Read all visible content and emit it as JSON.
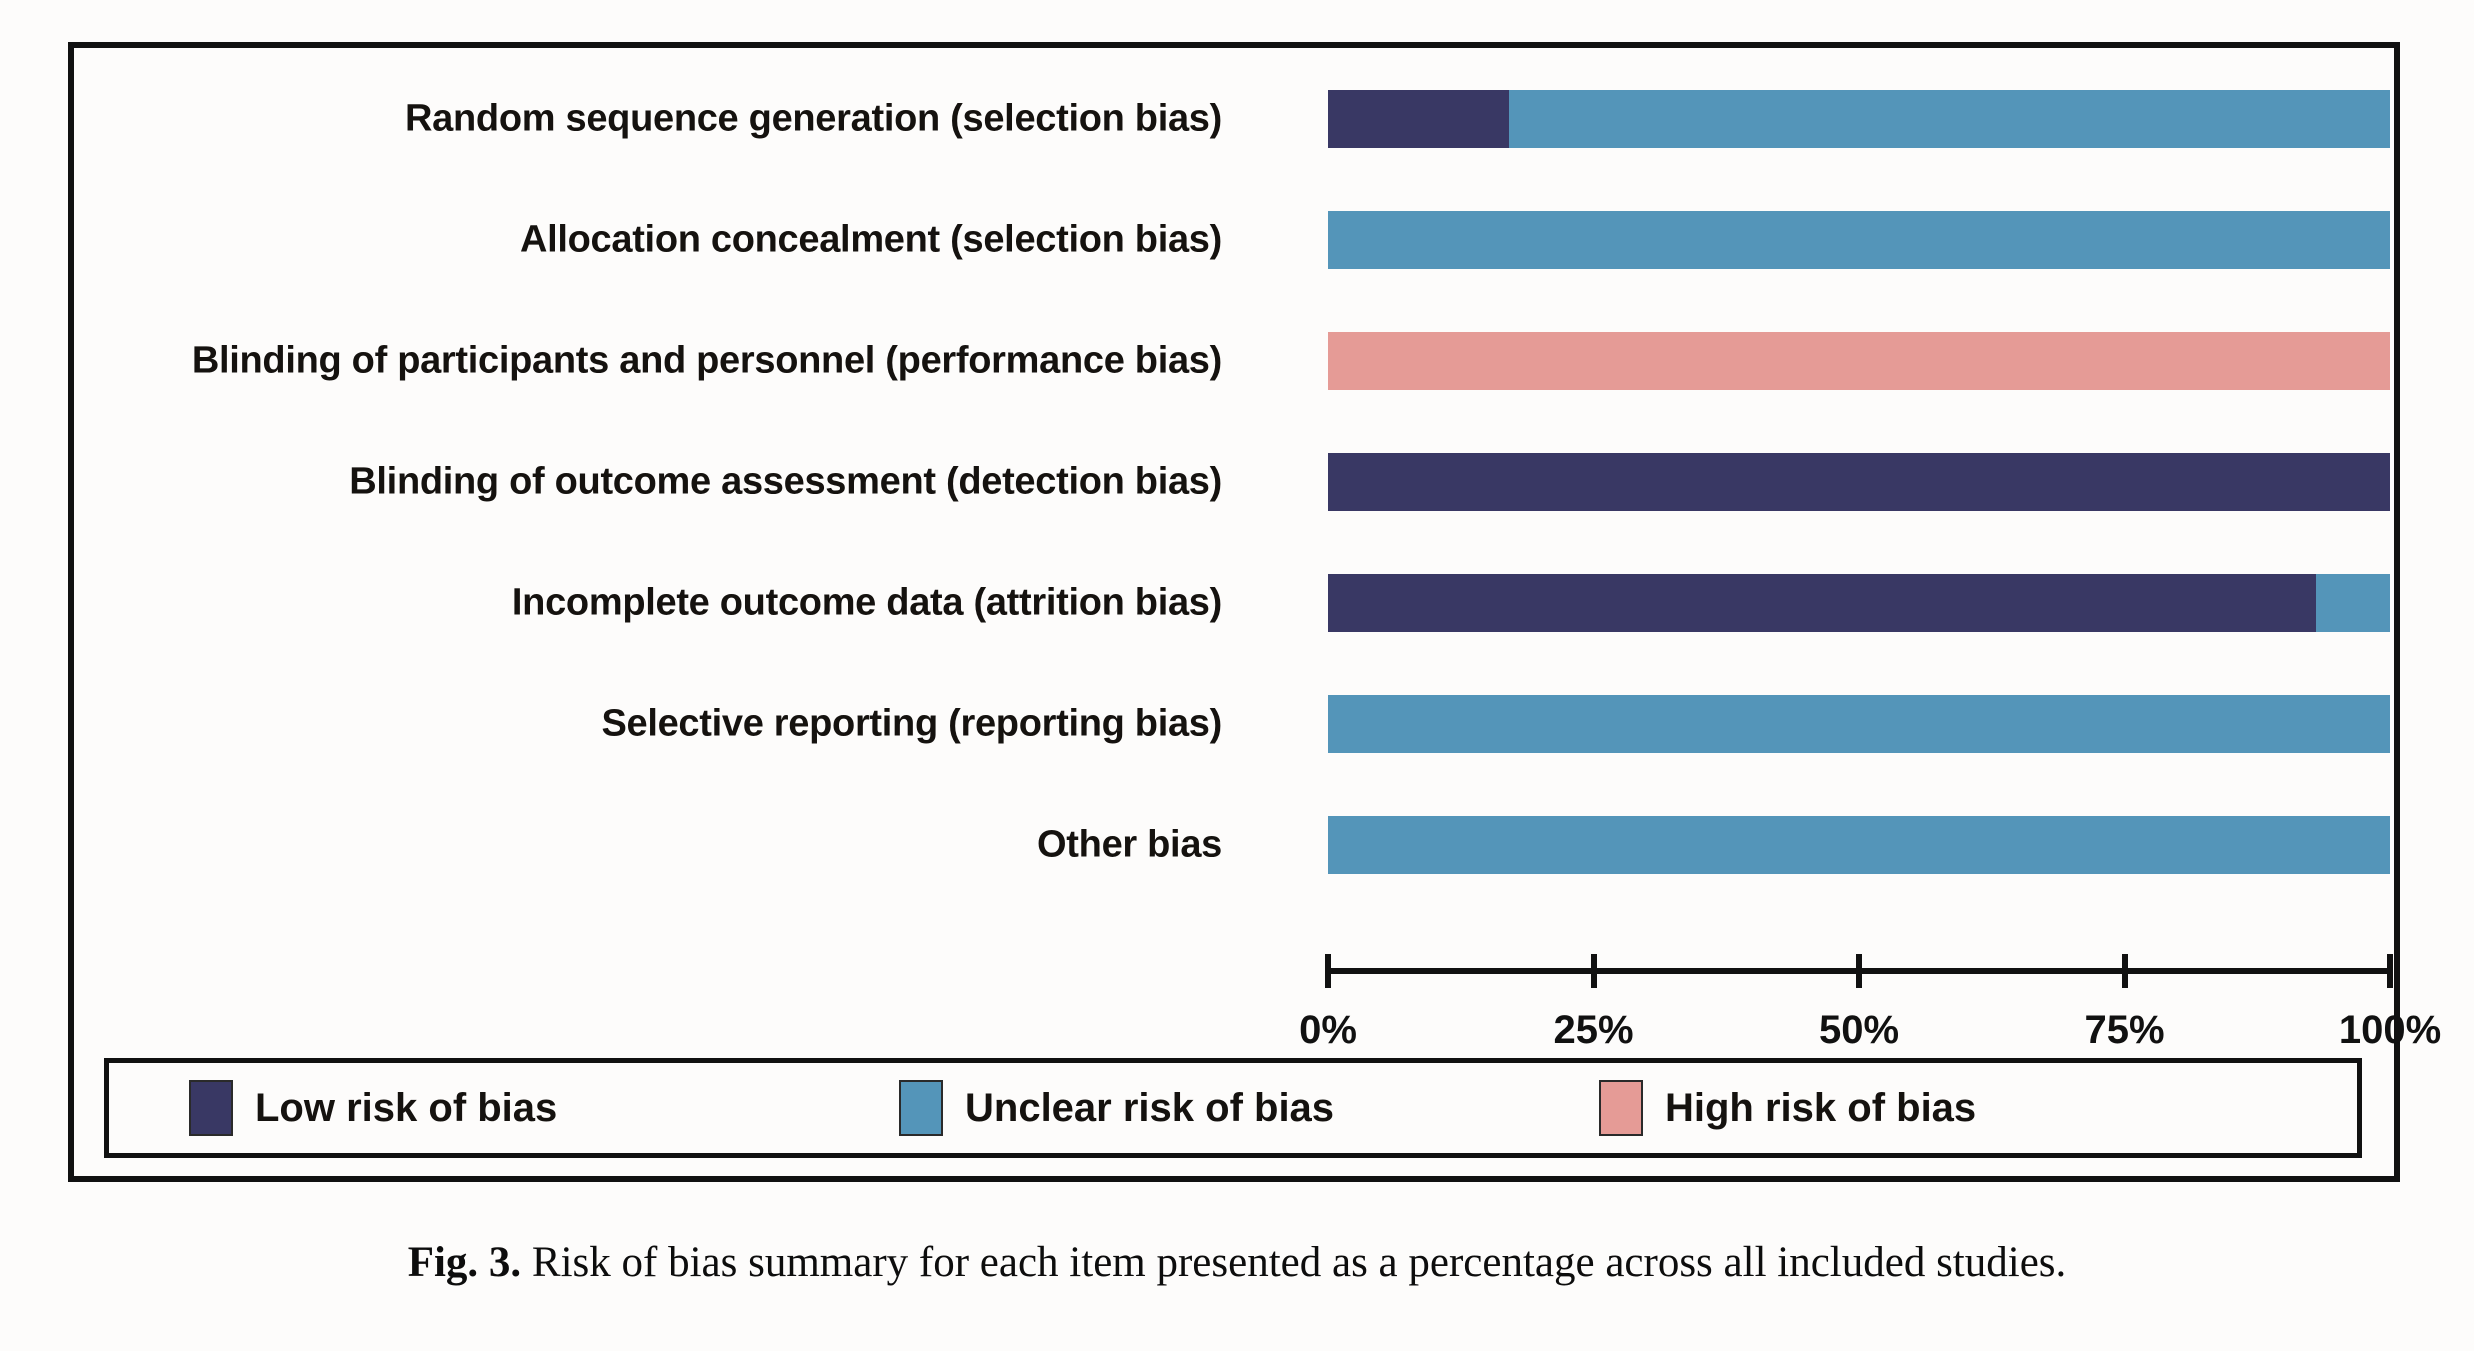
{
  "figure": {
    "caption_prefix": "Fig. 3.",
    "caption_text": "Risk of bias summary for each item presented as a percentage across all included studies."
  },
  "colors": {
    "low": "#393864",
    "unclear": "#5495b9",
    "high": "#e59b96",
    "frame": "#111111",
    "background": "#fdfcfb"
  },
  "legend": {
    "items": [
      {
        "label": "Low risk of bias",
        "key": "low",
        "color": "#393864"
      },
      {
        "label": "Unclear risk of bias",
        "key": "unclear",
        "color": "#5495b9"
      },
      {
        "label": "High risk of bias",
        "key": "high",
        "color": "#e59b96"
      }
    ]
  },
  "axis": {
    "ticks": [
      {
        "label": "0%",
        "value": 0
      },
      {
        "label": "25%",
        "value": 25
      },
      {
        "label": "50%",
        "value": 50
      },
      {
        "label": "75%",
        "value": 75
      },
      {
        "label": "100%",
        "value": 100
      }
    ]
  },
  "chart_data": {
    "type": "bar",
    "orientation": "horizontal",
    "stacked": true,
    "title": "",
    "xlabel": "",
    "ylabel": "",
    "xlim": [
      0,
      100
    ],
    "grid": false,
    "legend_position": "bottom",
    "categories": [
      "Random sequence generation (selection bias)",
      "Allocation concealment (selection bias)",
      "Blinding of participants and personnel (performance bias)",
      "Blinding of outcome assessment (detection bias)",
      "Incomplete outcome data (attrition bias)",
      "Selective reporting (reporting bias)",
      "Other bias"
    ],
    "series": [
      {
        "name": "Low risk of bias",
        "color": "#393864",
        "values": [
          17,
          0,
          0,
          100,
          93,
          0,
          0
        ]
      },
      {
        "name": "Unclear risk of bias",
        "color": "#5495b9",
        "values": [
          83,
          100,
          0,
          0,
          7,
          100,
          100
        ]
      },
      {
        "name": "High risk of bias",
        "color": "#e59b96",
        "values": [
          0,
          0,
          100,
          0,
          0,
          0,
          0
        ]
      }
    ],
    "rows": [
      {
        "label": "Random sequence generation (selection bias)",
        "low": 17,
        "unclear": 83,
        "high": 0
      },
      {
        "label": "Allocation concealment (selection bias)",
        "low": 0,
        "unclear": 100,
        "high": 0
      },
      {
        "label": "Blinding of participants and personnel (performance bias)",
        "low": 0,
        "unclear": 0,
        "high": 100
      },
      {
        "label": "Blinding of outcome assessment (detection bias)",
        "low": 100,
        "unclear": 0,
        "high": 0
      },
      {
        "label": "Incomplete outcome data (attrition bias)",
        "low": 93,
        "unclear": 7,
        "high": 0
      },
      {
        "label": "Selective reporting (reporting bias)",
        "low": 0,
        "unclear": 100,
        "high": 0
      },
      {
        "label": "Other bias",
        "low": 0,
        "unclear": 100,
        "high": 0
      }
    ]
  }
}
